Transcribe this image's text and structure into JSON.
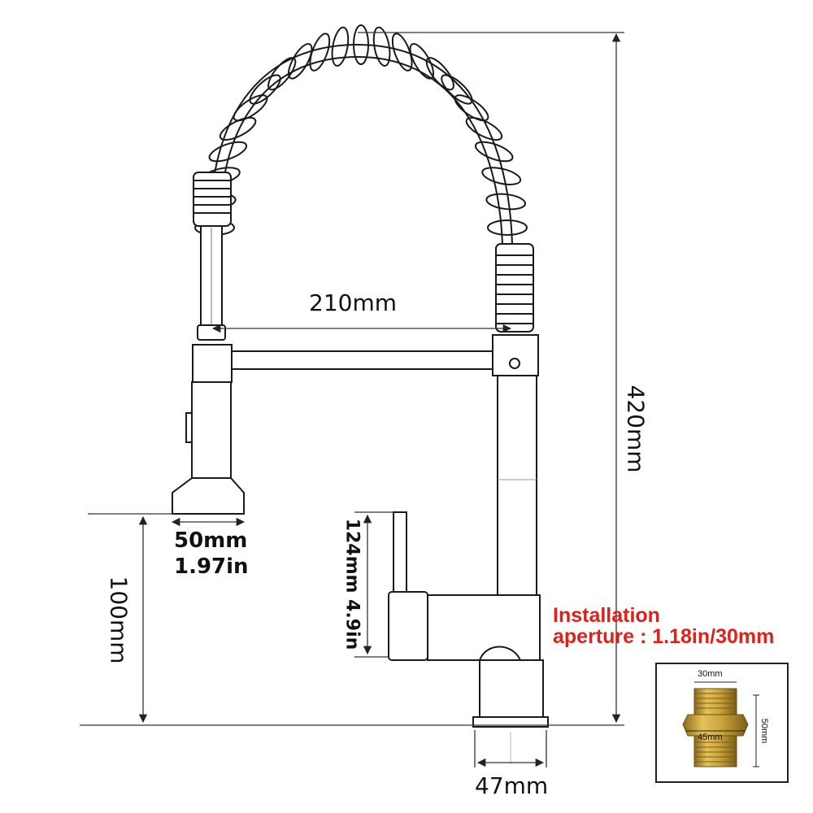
{
  "dimensions": {
    "spout_reach": "210mm",
    "total_height": "420mm",
    "sprayer_width_mm": "50mm",
    "sprayer_width_in": "1.97in",
    "spout_clearance": "100mm",
    "handle_height": "124mm 4.9in",
    "base_diameter": "47mm"
  },
  "installation": {
    "line1": "Installation",
    "line2": "aperture : 1.18in/30mm"
  },
  "connector_inset": {
    "top_width": "30mm",
    "middle_width": "45mm",
    "height": "50mm"
  },
  "colors": {
    "line": "#1a1a1a",
    "dim_line": "#333333",
    "warning": "#e0201a",
    "brass": "#c9a43a"
  }
}
